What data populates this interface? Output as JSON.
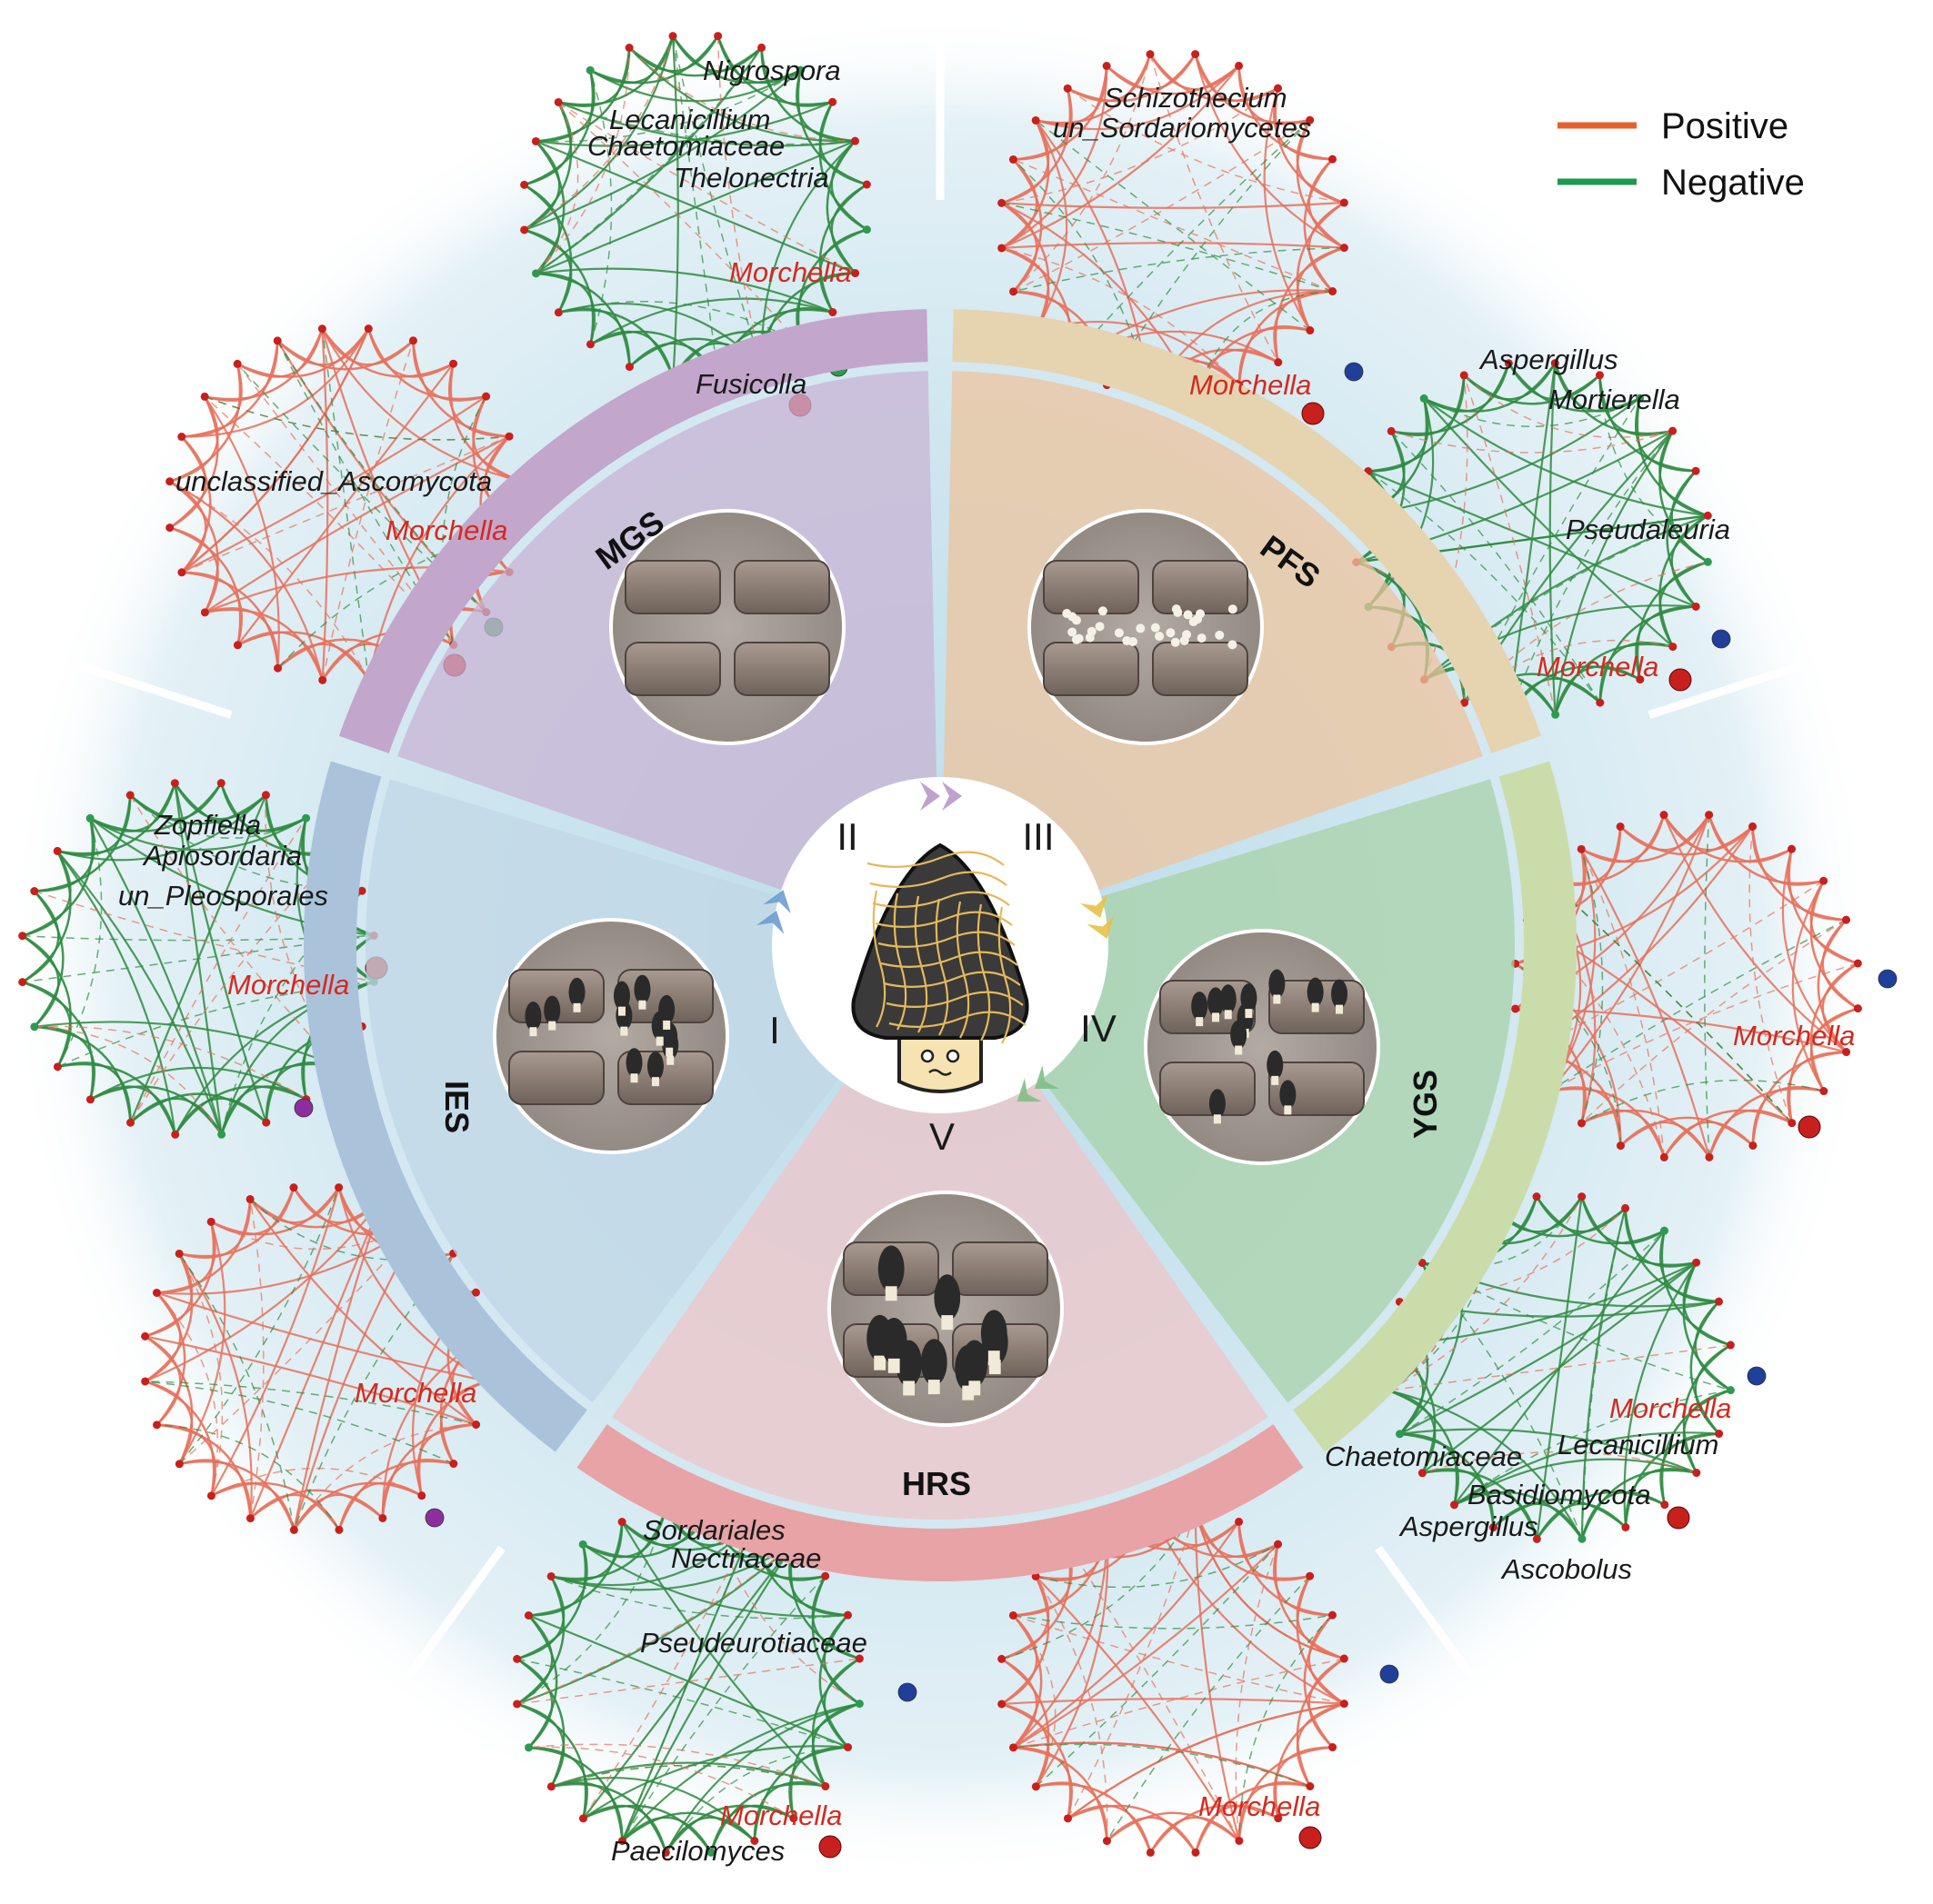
{
  "legend": [
    {
      "label": "Positive",
      "color": "#e8602d"
    },
    {
      "label": "Negative",
      "color": "#1b9a50"
    }
  ],
  "colors": {
    "positive_edge": "#e8705a",
    "negative_edge": "#2e8b40",
    "node": "#c8201c",
    "taxon_highlight": "#d42a1e",
    "background_glow": "#cfe6f0"
  },
  "center": {
    "icon": "morel-mushroom-icon",
    "stage_numerals": [
      "I",
      "II",
      "III",
      "IV",
      "V"
    ]
  },
  "stages": [
    {
      "label": "MGS",
      "color": "#c3a6cb",
      "inner": "#c8b4d4"
    },
    {
      "label": "PFS",
      "color": "#e6d3b0",
      "inner": "#ecc49e"
    },
    {
      "label": "YGS",
      "color": "#cbdcab",
      "inner": "#a8d2a8"
    },
    {
      "label": "HRS",
      "color": "#e7a3a6",
      "inner": "#eec5c8"
    },
    {
      "label": "IES",
      "color": "#aac3db",
      "inner": "#c1d7e6"
    }
  ],
  "networks": [
    {
      "id": "mgs-top",
      "labels": [
        "Nigrospora",
        "Lecanicillium",
        "Chaetomiaceae",
        "Thelonectria",
        "Morchella",
        "Fusicolla"
      ]
    },
    {
      "id": "mgs-left",
      "labels": [
        "unclassified_Ascomycota",
        "Morchella"
      ]
    },
    {
      "id": "pfs-top",
      "labels": [
        "Schizothecium",
        "un_Sordariomycetes",
        "Morchella"
      ]
    },
    {
      "id": "pfs-right",
      "labels": [
        "Aspergillus",
        "Mortierella",
        "Pseudaleuria",
        "Morchella"
      ]
    },
    {
      "id": "ygs-top",
      "labels": [
        "Morchella"
      ]
    },
    {
      "id": "ygs-bottom",
      "labels": [
        "Morchella",
        "Chaetomiaceae",
        "Lecanicillium",
        "Basidiomycota",
        "Aspergillus",
        "Ascobolus"
      ]
    },
    {
      "id": "hrs-left",
      "labels": [
        "Sordariales",
        "Nectriaceae",
        "Pseudeurotiaceae",
        "Morchella",
        "Paecilomyces"
      ]
    },
    {
      "id": "hrs-right",
      "labels": [
        "Morchella"
      ]
    },
    {
      "id": "ies-top",
      "labels": [
        "Zopfiella",
        "Apiosordaria",
        "un_Pleosporales",
        "Morchella"
      ]
    },
    {
      "id": "ies-bottom",
      "labels": [
        "Morchella"
      ]
    }
  ]
}
